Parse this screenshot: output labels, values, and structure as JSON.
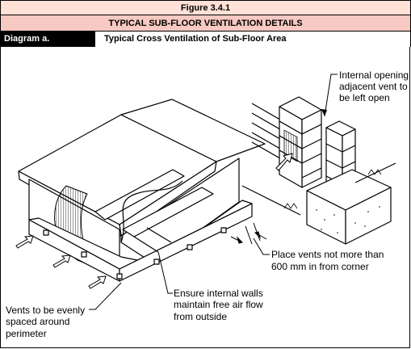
{
  "header": {
    "figure_label": "Figure 3.4.1",
    "title": "TYPICAL SUB-FLOOR VENTILATION DETAILS",
    "diagram_label": "Diagram a.",
    "diagram_caption": "Typical Cross Ventilation of Sub-Floor Area"
  },
  "callouts": {
    "internal_opening": [
      "Internal opening",
      "adjacent vent to",
      "be left open"
    ],
    "corner_spacing": [
      "Place vents not more than",
      "600 mm in from corner"
    ],
    "internal_walls": [
      "Ensure internal walls",
      "maintain free air flow",
      "from outside"
    ],
    "even_spacing": [
      "Vents to be evenly",
      "spaced around",
      "perimeter"
    ]
  }
}
